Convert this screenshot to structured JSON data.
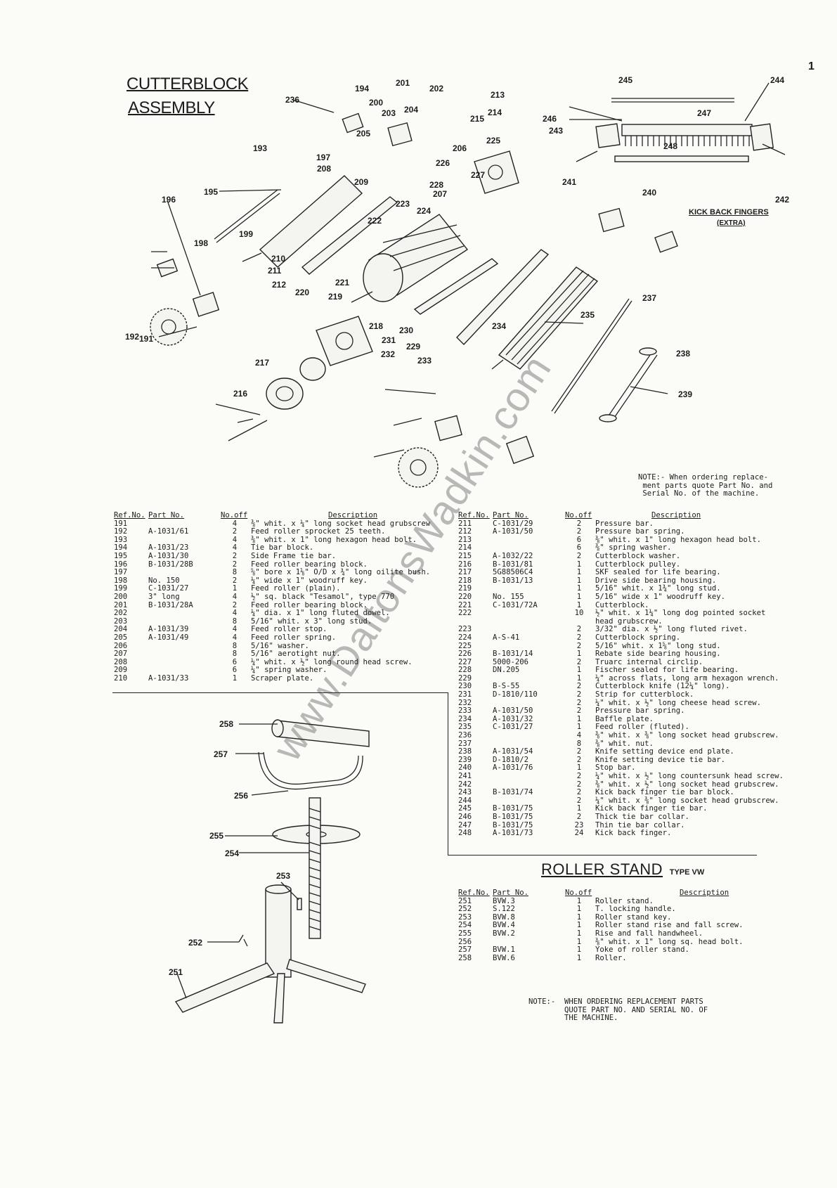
{
  "page": {
    "page_number": "1",
    "watermark": "www.DaltonsWadkin.com"
  },
  "cutterblock": {
    "title_line1": "CUTTERBLOCK",
    "title_line2": "ASSEMBLY",
    "kick_back_label": "KICK BACK FINGERS",
    "kick_back_extra": "(EXTRA)",
    "callouts": [
      "191",
      "192",
      "193",
      "194",
      "195",
      "196",
      "197",
      "198",
      "199",
      "200",
      "201",
      "202",
      "203",
      "204",
      "205",
      "206",
      "207",
      "208",
      "209",
      "210",
      "211",
      "212",
      "213",
      "214",
      "215",
      "216",
      "217",
      "218",
      "219",
      "220",
      "221",
      "222",
      "223",
      "224",
      "225",
      "226",
      "227",
      "228",
      "229",
      "230",
      "231",
      "232",
      "233",
      "234",
      "235",
      "236",
      "237",
      "238",
      "239",
      "240",
      "241",
      "242",
      "243",
      "244",
      "245",
      "246",
      "247",
      "248"
    ],
    "note": "NOTE:- When ordering replace-\n ment parts quote Part No. and\n Serial No. of the machine.",
    "headers": {
      "ref": "Ref.No.",
      "part": "Part No.",
      "qty": "No.off",
      "desc": "Description"
    },
    "parts_left": [
      {
        "ref": "191",
        "part": "",
        "qty": "4",
        "desc": "⅜\" whit. x ¼\" long socket head grubscrew"
      },
      {
        "ref": "192",
        "part": "A-1031/61",
        "qty": "2",
        "desc": "Feed roller sprocket 25 teeth."
      },
      {
        "ref": "193",
        "part": "",
        "qty": "4",
        "desc": "⅜\" whit. x 1\" long hexagon head bolt."
      },
      {
        "ref": "194",
        "part": "A-1031/23",
        "qty": "4",
        "desc": "Tie bar block."
      },
      {
        "ref": "195",
        "part": "A-1031/30",
        "qty": "2",
        "desc": "Side Frame tie bar."
      },
      {
        "ref": "196",
        "part": "B-1031/28B",
        "qty": "2",
        "desc": "Feed roller bearing block."
      },
      {
        "ref": "197",
        "part": "",
        "qty": "8",
        "desc": "⅝\" bore x 1⅛\" O/D x ¾\" long oilite bush."
      },
      {
        "ref": "198",
        "part": "No. 150",
        "qty": "2",
        "desc": "¼\" wide x 1\" woodruff key."
      },
      {
        "ref": "199",
        "part": "C-1031/27",
        "qty": "1",
        "desc": "Feed roller (plain)."
      },
      {
        "ref": "200",
        "part": "3\" long",
        "qty": "4",
        "desc": "½\" sq. black \"Tesamol\", type 770"
      },
      {
        "ref": "201",
        "part": "B-1031/28A",
        "qty": "2",
        "desc": "Feed roller bearing block."
      },
      {
        "ref": "202",
        "part": "",
        "qty": "4",
        "desc": "¼\" dia. x 1\" long fluted dowel."
      },
      {
        "ref": "203",
        "part": "",
        "qty": "8",
        "desc": "5/16\" whit. x 3\" long stud."
      },
      {
        "ref": "204",
        "part": "A-1031/39",
        "qty": "4",
        "desc": "Feed roller stop."
      },
      {
        "ref": "205",
        "part": "A-1031/49",
        "qty": "4",
        "desc": "Feed roller spring."
      },
      {
        "ref": "206",
        "part": "",
        "qty": "8",
        "desc": "5/16\" washer."
      },
      {
        "ref": "207",
        "part": "",
        "qty": "8",
        "desc": "5/16\" aerotight nut."
      },
      {
        "ref": "208",
        "part": "",
        "qty": "6",
        "desc": "¼\" whit. x ½\" long round head screw."
      },
      {
        "ref": "209",
        "part": "",
        "qty": "6",
        "desc": "¼\" spring washer."
      },
      {
        "ref": "210",
        "part": "A-1031/33",
        "qty": "1",
        "desc": "Scraper plate."
      }
    ],
    "parts_right": [
      {
        "ref": "211",
        "part": "C-1031/29",
        "qty": "2",
        "desc": "Pressure bar."
      },
      {
        "ref": "212",
        "part": "A-1031/50",
        "qty": "2",
        "desc": "Pressure bar spring."
      },
      {
        "ref": "213",
        "part": "",
        "qty": "6",
        "desc": "⅜\" whit. x 1\" long hexagon head bolt."
      },
      {
        "ref": "214",
        "part": "",
        "qty": "6",
        "desc": "⅜\" spring washer."
      },
      {
        "ref": "215",
        "part": "A-1032/22",
        "qty": "2",
        "desc": "Cutterblock washer."
      },
      {
        "ref": "216",
        "part": "B-1031/81",
        "qty": "1",
        "desc": "Cutterblock pulley."
      },
      {
        "ref": "217",
        "part": "5G88506C4",
        "qty": "1",
        "desc": "SKF sealed for life bearing."
      },
      {
        "ref": "218",
        "part": "B-1031/13",
        "qty": "1",
        "desc": "Drive side bearing housing."
      },
      {
        "ref": "219",
        "part": "",
        "qty": "1",
        "desc": "5/16\" whit. x 1¾\" long stud."
      },
      {
        "ref": "220",
        "part": "No. 155",
        "qty": "1",
        "desc": "5/16\" wide x 1\" woodruff key."
      },
      {
        "ref": "221",
        "part": "C-1031/72A",
        "qty": "1",
        "desc": "Cutterblock."
      },
      {
        "ref": "222",
        "part": "",
        "qty": "10",
        "desc": "½\" whit. x 1¼\" long dog pointed socket"
      },
      {
        "ref": "",
        "part": "",
        "qty": "",
        "desc": "head grubscrew."
      },
      {
        "ref": "223",
        "part": "",
        "qty": "2",
        "desc": "3/32\" dia. x ½\" long fluted rivet."
      },
      {
        "ref": "224",
        "part": "A-S-41",
        "qty": "2",
        "desc": "Cutterblock spring."
      },
      {
        "ref": "225",
        "part": "",
        "qty": "2",
        "desc": "5/16\" whit. x 1⅝\" long stud."
      },
      {
        "ref": "226",
        "part": "B-1031/14",
        "qty": "1",
        "desc": "Rebate side bearing housing."
      },
      {
        "ref": "227",
        "part": "5000-206",
        "qty": "2",
        "desc": "Truarc internal circlip."
      },
      {
        "ref": "228",
        "part": "DN.205",
        "qty": "1",
        "desc": "Fischer sealed for life bearing."
      },
      {
        "ref": "229",
        "part": "",
        "qty": "1",
        "desc": "¼\" across flats, long arm hexagon wrench."
      },
      {
        "ref": "230",
        "part": "B-S-55",
        "qty": "2",
        "desc": "Cutterblock knife (12¼\" long)."
      },
      {
        "ref": "231",
        "part": "D-1810/110",
        "qty": "2",
        "desc": "Strip for cutterblock."
      },
      {
        "ref": "232",
        "part": "",
        "qty": "2",
        "desc": "¼\" whit. x ½\" long cheese head screw."
      },
      {
        "ref": "233",
        "part": "A-1031/50",
        "qty": "2",
        "desc": "Pressure bar spring."
      },
      {
        "ref": "234",
        "part": "A-1031/32",
        "qty": "1",
        "desc": "Baffle plate."
      },
      {
        "ref": "235",
        "part": "C-1031/27",
        "qty": "1",
        "desc": "Feed roller (fluted)."
      },
      {
        "ref": "236",
        "part": "",
        "qty": "4",
        "desc": "⅜\" whit. x ⅜\" long socket head grubscrew."
      },
      {
        "ref": "237",
        "part": "",
        "qty": "8",
        "desc": "⅜\" whit. nut."
      },
      {
        "ref": "238",
        "part": "A-1031/54",
        "qty": "2",
        "desc": "Knife setting device end plate."
      },
      {
        "ref": "239",
        "part": "D-1810/2",
        "qty": "2",
        "desc": "Knife setting device tie bar."
      },
      {
        "ref": "240",
        "part": "A-1031/76",
        "qty": "1",
        "desc": "Stop bar."
      },
      {
        "ref": "241",
        "part": "",
        "qty": "2",
        "desc": "¼\" whit. x ½\" long countersunk head screw."
      },
      {
        "ref": "242",
        "part": "",
        "qty": "2",
        "desc": "⅜\" whit. x ½\" long socket head grubscrew."
      },
      {
        "ref": "243",
        "part": "B-1031/74",
        "qty": "2",
        "desc": "Kick back finger tie bar block."
      },
      {
        "ref": "244",
        "part": "",
        "qty": "2",
        "desc": "¼\" whit. x ⅜\" long socket head grubscrew."
      },
      {
        "ref": "245",
        "part": "B-1031/75",
        "qty": "1",
        "desc": "Kick back finger tie bar."
      },
      {
        "ref": "246",
        "part": "B-1031/75",
        "qty": "2",
        "desc": "Thick tie bar collar."
      },
      {
        "ref": "247",
        "part": "B-1031/75",
        "qty": "23",
        "desc": "Thin tie bar collar."
      },
      {
        "ref": "248",
        "part": "A-1031/73",
        "qty": "24",
        "desc": "Kick back finger."
      }
    ]
  },
  "roller_stand": {
    "title": "ROLLER  STAND",
    "type": "TYPE VW",
    "callouts": [
      "251",
      "252",
      "253",
      "254",
      "255",
      "256",
      "257",
      "258"
    ],
    "headers": {
      "ref": "Ref.No.",
      "part": "Part No.",
      "qty": "No.off",
      "desc": "Description"
    },
    "parts": [
      {
        "ref": "251",
        "part": "BVW.3",
        "qty": "1",
        "desc": "Roller stand."
      },
      {
        "ref": "252",
        "part": "S.122",
        "qty": "1",
        "desc": "T. locking handle."
      },
      {
        "ref": "253",
        "part": "BVW.8",
        "qty": "1",
        "desc": "Roller stand key."
      },
      {
        "ref": "254",
        "part": "BVW.4",
        "qty": "1",
        "desc": "Roller stand rise and fall screw."
      },
      {
        "ref": "255",
        "part": "BVW.2",
        "qty": "1",
        "desc": "Rise and fall handwheel."
      },
      {
        "ref": "256",
        "part": "",
        "qty": "1",
        "desc": "⅜\" whit. x 1\" long sq. head bolt."
      },
      {
        "ref": "257",
        "part": "BVW.1",
        "qty": "1",
        "desc": "Yoke of roller stand."
      },
      {
        "ref": "258",
        "part": "BVW.6",
        "qty": "1",
        "desc": "Roller."
      }
    ],
    "note": "NOTE:-  WHEN ORDERING REPLACEMENT PARTS\n        QUOTE PART NO. AND SERIAL NO. OF\n        THE MACHINE."
  }
}
